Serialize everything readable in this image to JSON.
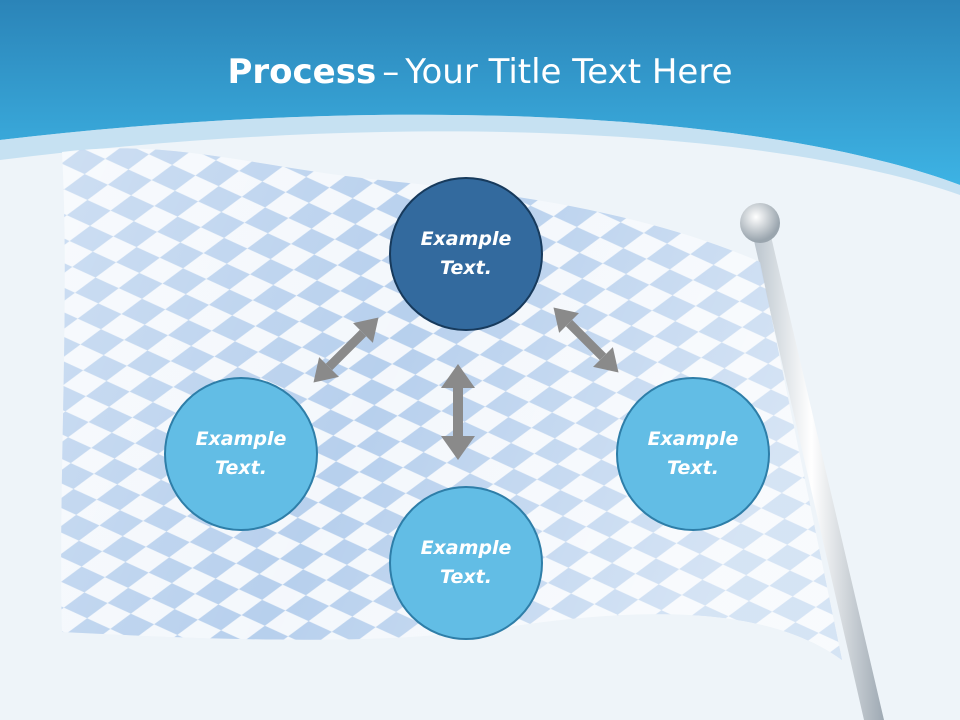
{
  "slide": {
    "title_bold": "Process",
    "title_separator": "–",
    "title_rest": "Your Title Text Here"
  },
  "nodes": [
    {
      "id": "top",
      "text_line1": "Example",
      "text_line2": "Text."
    },
    {
      "id": "left",
      "text_line1": "Example",
      "text_line2": "Text."
    },
    {
      "id": "right",
      "text_line1": "Example",
      "text_line2": "Text."
    },
    {
      "id": "bottom",
      "text_line1": "Example",
      "text_line2": "Text."
    }
  ],
  "colors": {
    "header_blue": "#2f9fd6",
    "node_dark": "#336a9e",
    "node_light": "#62bde5",
    "arrow_gray": "#8a8a8a",
    "flag_blue": "#a9c6ea"
  }
}
